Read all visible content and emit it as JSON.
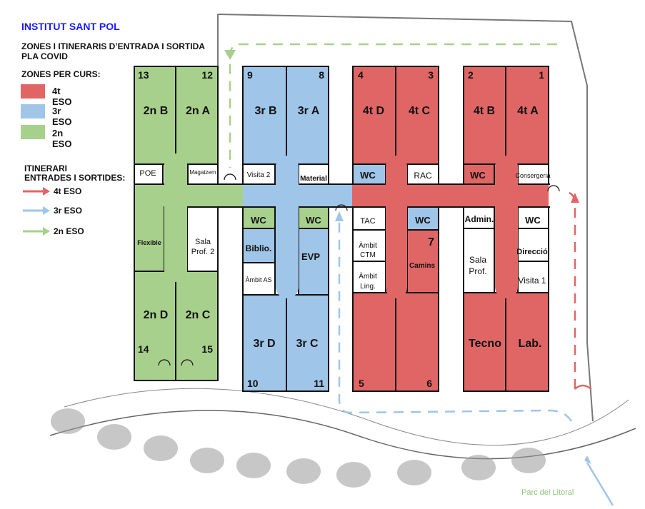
{
  "title": "INSTITUT SANT POL",
  "subtitle_line1": "ZONES I ITINERARIS D’ENTRADA I SORTIDA",
  "subtitle_line2": "PLA COVID",
  "zones_heading": "ZONES PER CURS:",
  "zones": [
    {
      "label": "4t ESO",
      "color": "#e06666"
    },
    {
      "label": "3r ESO",
      "color": "#9fc5e8"
    },
    {
      "label": "2n ESO",
      "color": "#a8d08d"
    }
  ],
  "itinerary_heading_line1": "ITINERARI",
  "itinerary_heading_line2": "ENTRADES I SORTIDES:",
  "itineraries": [
    {
      "label": "4t ESO",
      "color": "#e06666"
    },
    {
      "label": "3r ESO",
      "color": "#9fc5e8"
    },
    {
      "label": "2n ESO",
      "color": "#a8d08d"
    }
  ],
  "rooms": {
    "n13": "13",
    "n12": "12",
    "c2nB": "2n B",
    "c2nA": "2n A",
    "poe": "POE",
    "magatzem": "Magatzem",
    "flexible": "Flexible",
    "salaprof2a": "Sala",
    "salaprof2b": "Prof. 2",
    "c2nD": "2n D",
    "c2nC": "2n C",
    "n14": "14",
    "n15": "15",
    "n9": "9",
    "n8": "8",
    "c3rB": "3r B",
    "c3rA": "3r A",
    "visita2": "Visita 2",
    "material": "Material",
    "wcB1": "WC",
    "wcB2": "WC",
    "biblio": "Biblio.",
    "ambitAS": "Àmbit AS",
    "evp": "EVP",
    "c3rD": "3r D",
    "c3rC": "3r C",
    "n10": "10",
    "n11": "11",
    "n4": "4",
    "n3": "3",
    "c4tD": "4t D",
    "c4tC": "4t C",
    "wcC1": "WC",
    "rac": "RAC",
    "tac": "TAC",
    "wcC2": "WC",
    "ambitCTMa": "Àmbit",
    "ambitCTMb": "CTM",
    "ambitLinga": "Àmbit",
    "ambitLingb": "Ling.",
    "n7": "7",
    "camins": "Camins",
    "n5": "5",
    "n6": "6",
    "n2": "2",
    "n1": "1",
    "c4tB": "4t B",
    "c4tA": "4t A",
    "wcD1": "WC",
    "consergeria": "Consergeria",
    "admin": "Admin.",
    "wcD2": "WC",
    "salaprofa": "Sala",
    "salaprofb": "Prof.",
    "direccio": "Direcció",
    "visita1": "Visita 1",
    "tecno": "Tecno",
    "lab": "Lab."
  },
  "park_label": "Parc del Litoral"
}
